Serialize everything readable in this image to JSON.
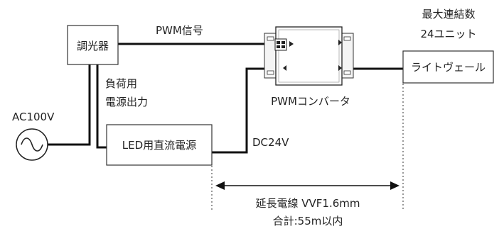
{
  "diagram": {
    "dimmer": "調光器",
    "pwm_signal": "PWM信号",
    "load_power_line1": "負荷用",
    "load_power_line2": "電源出力",
    "ac_source": "AC100V",
    "led_psu": "LED用直流電源",
    "dc_voltage": "DC24V",
    "converter": "PWMコンバータ",
    "max_units_line1": "最大連結数",
    "max_units_line2": "24ユニット",
    "light_veil": "ライトヴェール",
    "cable_line1": "延長電線 VVF1.6mm",
    "cable_line2": "合計:55m以内"
  },
  "colors": {
    "line": "#111111",
    "box_stroke": "#333333",
    "text": "#222222",
    "device_fill": "#f4f4f4"
  }
}
